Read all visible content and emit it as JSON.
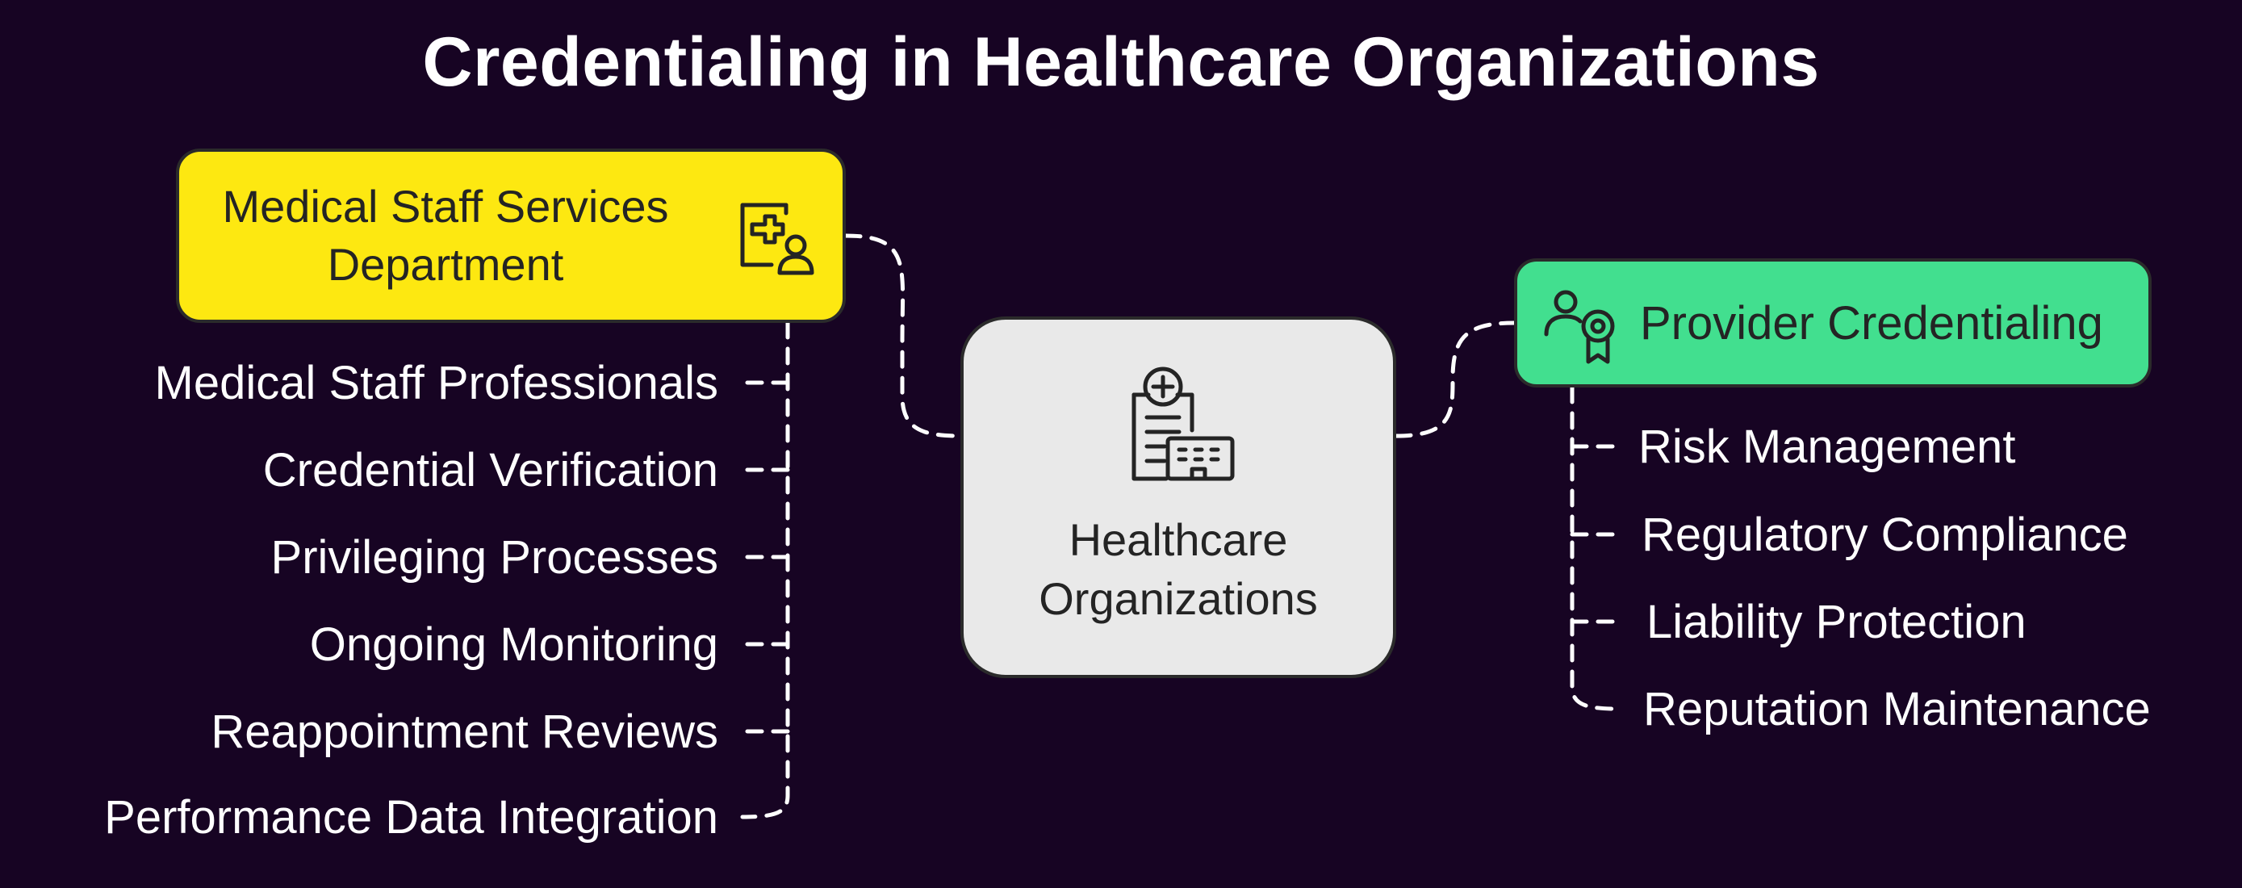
{
  "title": "Credentialing in Healthcare Organizations",
  "colors": {
    "background": "#170423",
    "yellow_box": "#fde811",
    "green_box": "#42df8f",
    "center_box": "#e9e9e9",
    "connector": "#ffffff"
  },
  "center_node": {
    "label": "Healthcare Organizations",
    "icon": "hospital-document-icon"
  },
  "left_node": {
    "label": "Medical Staff Services Department",
    "icon": "medical-staff-icon",
    "items": [
      "Medical Staff Professionals",
      "Credential Verification",
      "Privileging Processes",
      "Ongoing Monitoring",
      "Reappointment Reviews",
      "Performance Data Integration"
    ]
  },
  "right_node": {
    "label": "Provider Credentialing",
    "icon": "person-award-icon",
    "items": [
      "Risk Management",
      "Regulatory Compliance",
      "Liability Protection",
      "Reputation Maintenance"
    ]
  }
}
